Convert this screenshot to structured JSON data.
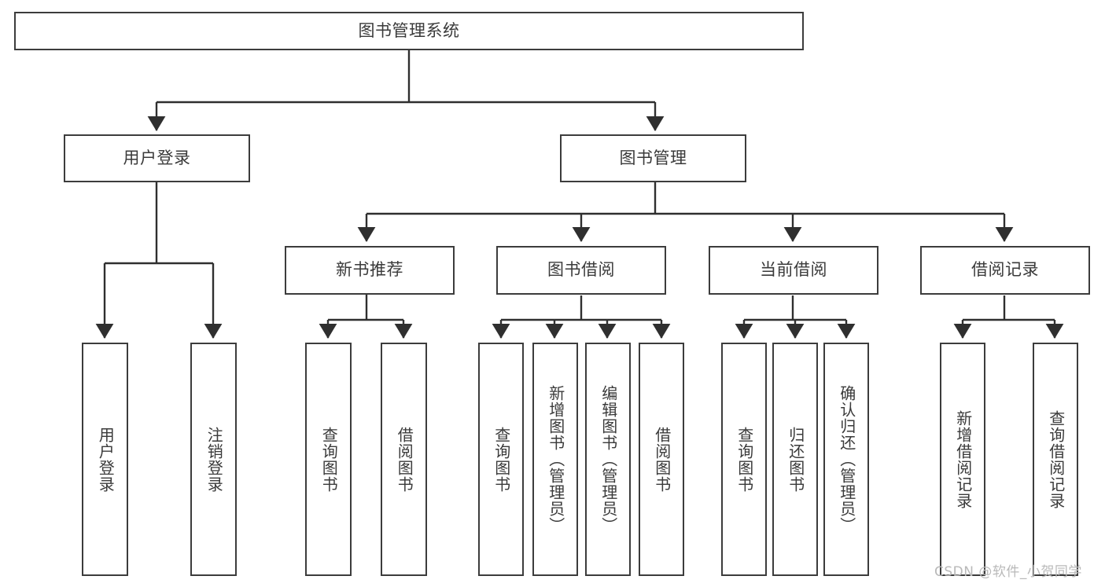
{
  "diagram": {
    "title": "图书管理系统",
    "type": "tree-hierarchy-chart",
    "orientation": "top-down",
    "colors": {
      "background": "#ffffff",
      "box_border": "#3c3c3c",
      "box_fill": "#ffffff",
      "text": "#3a3a3a",
      "connector": "#2f2f2f",
      "watermark": "#b9b9b9"
    },
    "nodes": {
      "root": {
        "label": "图书管理系统"
      },
      "level2": [
        {
          "id": "user-login",
          "label": "用户登录"
        },
        {
          "id": "book-management",
          "label": "图书管理"
        }
      ],
      "level3": [
        {
          "id": "new-book-recommend",
          "label": "新书推荐"
        },
        {
          "id": "book-borrow",
          "label": "图书借阅"
        },
        {
          "id": "current-borrow",
          "label": "当前借阅"
        },
        {
          "id": "borrow-record",
          "label": "借阅记录"
        }
      ],
      "leaves": {
        "user_login": [
          {
            "id": "leaf-user-login",
            "label": "用户登录"
          },
          {
            "id": "leaf-logout-login",
            "label": "注销登录"
          }
        ],
        "new_book_recommend": [
          {
            "id": "leaf-query-book-1",
            "label": "查询图书"
          },
          {
            "id": "leaf-borrow-book-1",
            "label": "借阅图书"
          }
        ],
        "book_borrow": [
          {
            "id": "leaf-query-book-2",
            "label": "查询图书"
          },
          {
            "id": "leaf-add-book",
            "label": "新增图书（管理员）"
          },
          {
            "id": "leaf-edit-book",
            "label": "编辑图书（管理员）"
          },
          {
            "id": "leaf-borrow-book-2",
            "label": "借阅图书"
          }
        ],
        "current_borrow": [
          {
            "id": "leaf-query-book-3",
            "label": "查询图书"
          },
          {
            "id": "leaf-return-book",
            "label": "归还图书"
          },
          {
            "id": "leaf-confirm-return",
            "label": "确认归还（管理员）"
          }
        ],
        "borrow_record": [
          {
            "id": "leaf-add-record",
            "label": "新增借阅记录"
          },
          {
            "id": "leaf-query-record",
            "label": "查询借阅记录"
          }
        ]
      }
    },
    "watermark": "CSDN @软件_小贺同学"
  }
}
